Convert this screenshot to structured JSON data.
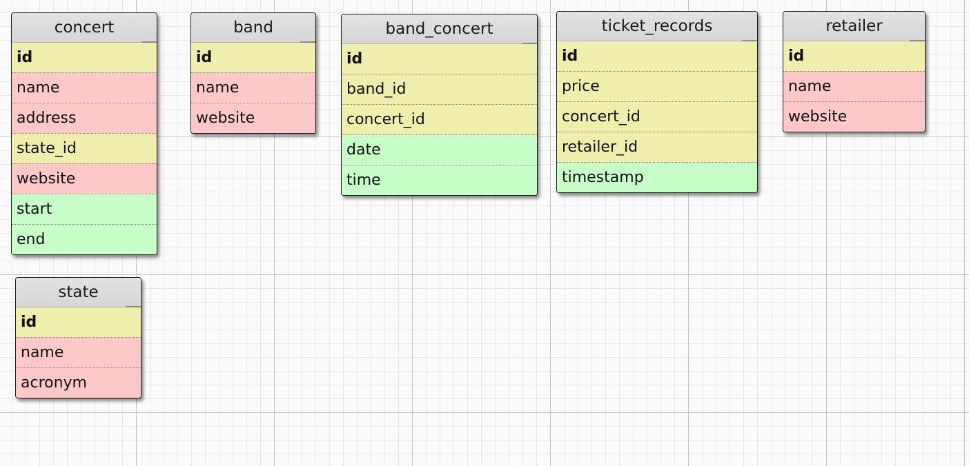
{
  "diagram": {
    "tables": [
      {
        "name": "concert",
        "fields": [
          {
            "label": "id",
            "kind": "key",
            "primary": true
          },
          {
            "label": "name",
            "kind": "text"
          },
          {
            "label": "address",
            "kind": "text"
          },
          {
            "label": "state_id",
            "kind": "key"
          },
          {
            "label": "website",
            "kind": "text"
          },
          {
            "label": "start",
            "kind": "time"
          },
          {
            "label": "end",
            "kind": "time"
          }
        ]
      },
      {
        "name": "band",
        "fields": [
          {
            "label": "id",
            "kind": "key",
            "primary": true
          },
          {
            "label": "name",
            "kind": "text"
          },
          {
            "label": "website",
            "kind": "text"
          }
        ]
      },
      {
        "name": "band_concert",
        "fields": [
          {
            "label": "id",
            "kind": "key",
            "primary": true
          },
          {
            "label": "band_id",
            "kind": "key"
          },
          {
            "label": "concert_id",
            "kind": "key"
          },
          {
            "label": "date",
            "kind": "time"
          },
          {
            "label": "time",
            "kind": "time"
          }
        ]
      },
      {
        "name": "ticket_records",
        "fields": [
          {
            "label": "id",
            "kind": "key",
            "primary": true
          },
          {
            "label": "price",
            "kind": "key"
          },
          {
            "label": "concert_id",
            "kind": "key"
          },
          {
            "label": "retailer_id",
            "kind": "key"
          },
          {
            "label": "timestamp",
            "kind": "time"
          }
        ]
      },
      {
        "name": "retailer",
        "fields": [
          {
            "label": "id",
            "kind": "key",
            "primary": true
          },
          {
            "label": "name",
            "kind": "text"
          },
          {
            "label": "website",
            "kind": "text"
          }
        ]
      },
      {
        "name": "state",
        "fields": [
          {
            "label": "id",
            "kind": "key",
            "primary": true
          },
          {
            "label": "name",
            "kind": "text"
          },
          {
            "label": "acronym",
            "kind": "text"
          }
        ]
      }
    ],
    "colors": {
      "key": "#f0eeac",
      "text": "#ffc8c8",
      "time": "#c8ffc8"
    }
  }
}
